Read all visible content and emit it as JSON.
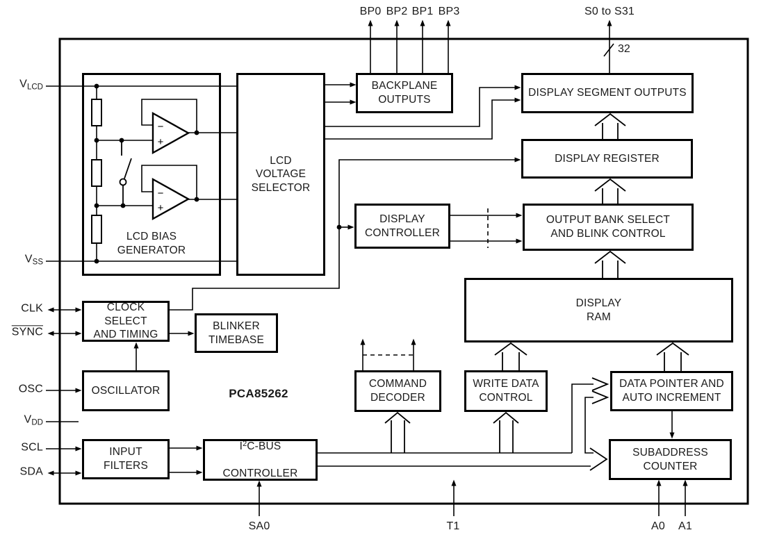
{
  "part_number": "PCA85262",
  "bus": {
    "segment_width": "32"
  },
  "pins": {
    "bp0": "BP0",
    "bp2": "BP2",
    "bp1": "BP1",
    "bp3": "BP3",
    "segments": "S0 to S31",
    "vlcd": {
      "base": "V",
      "sub": "LCD"
    },
    "vss": {
      "base": "V",
      "sub": "SS"
    },
    "clk": "CLK",
    "sync": "SYNC",
    "osc": "OSC",
    "vdd": {
      "base": "V",
      "sub": "DD"
    },
    "scl": "SCL",
    "sda": "SDA",
    "sa0": "SA0",
    "t1": "T1",
    "a0": "A0",
    "a1": "A1"
  },
  "blocks": {
    "lcd_bias_generator": "LCD BIAS\nGENERATOR",
    "lcd_voltage_selector": "LCD\nVOLTAGE\nSELECTOR",
    "backplane_outputs": "BACKPLANE\nOUTPUTS",
    "display_segment_outputs": "DISPLAY SEGMENT OUTPUTS",
    "display_register": "DISPLAY REGISTER",
    "display_controller": "DISPLAY\nCONTROLLER",
    "output_bank_select": "OUTPUT BANK SELECT\nAND BLINK CONTROL",
    "display_ram": "DISPLAY\nRAM",
    "clock_select": "CLOCK SELECT\nAND TIMING",
    "blinker_timebase": "BLINKER\nTIMEBASE",
    "oscillator": "OSCILLATOR",
    "command_decoder": "COMMAND\nDECODER",
    "write_data_control": "WRITE DATA\nCONTROL",
    "data_pointer": "DATA POINTER AND\nAUTO INCREMENT",
    "input_filters": "INPUT\nFILTERS",
    "i2c": {
      "pre": "I",
      "sup": "2",
      "post": "C-BUS",
      "line2": "CONTROLLER"
    },
    "subaddress_counter": "SUBADDRESS\nCOUNTER"
  },
  "opamp": {
    "minus": "−",
    "plus": "+"
  }
}
